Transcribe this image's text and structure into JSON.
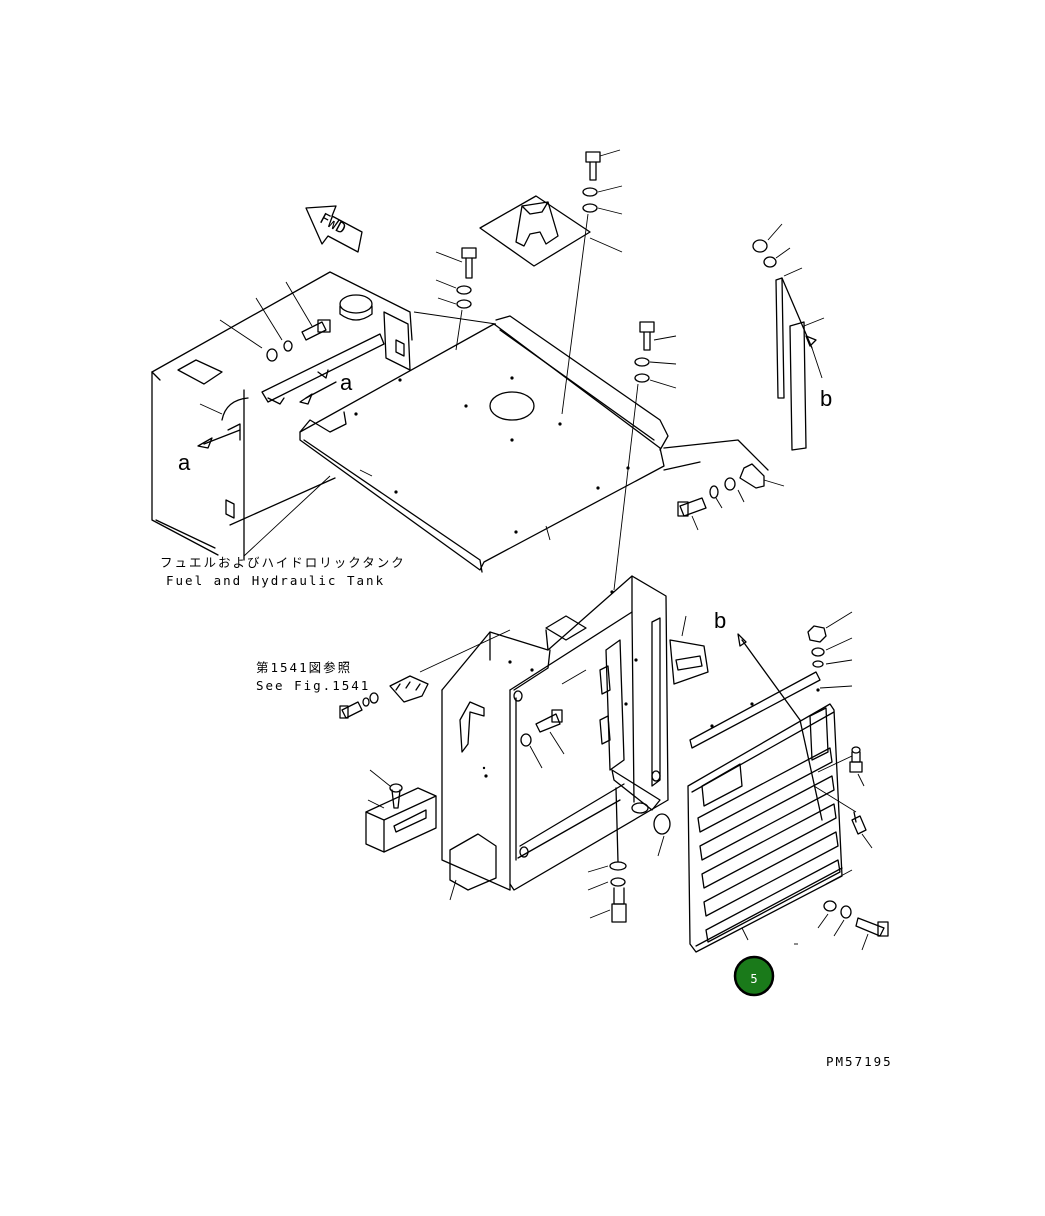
{
  "diagram": {
    "fwd_label": "FWD",
    "callouts": {
      "a": "a",
      "b": "b"
    },
    "tank_label_ja": "フュエルおよびハイドロリックタンク",
    "tank_label_en": "Fuel and Hydraulic Tank",
    "ref_label_ja": "第1541図参照",
    "ref_label_en": "See Fig.1541",
    "part_code": "PM57195",
    "badge": {
      "number": "5",
      "color": "#1a7a1a"
    }
  }
}
